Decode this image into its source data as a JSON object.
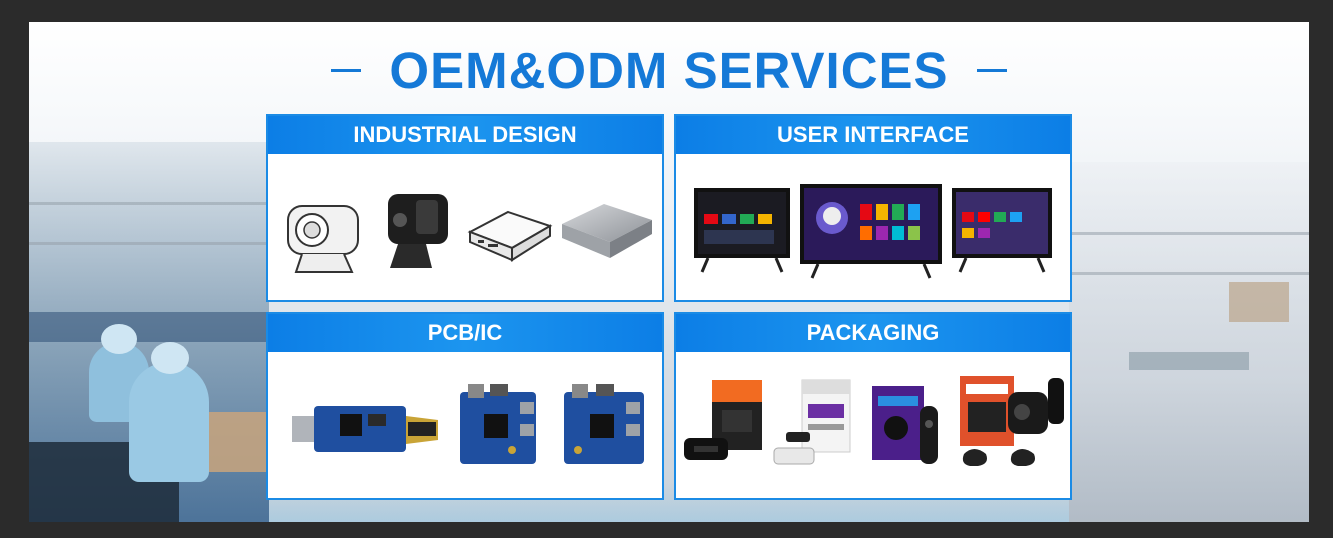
{
  "banner": {
    "title": "OEM&ODM SERVICES",
    "accent_color": "#1579d7"
  },
  "cards": [
    {
      "label": "INDUSTRIAL DESIGN",
      "images": [
        "projector-outline",
        "projector-black",
        "tv-box-white",
        "mini-pc-silver"
      ]
    },
    {
      "label": "USER INTERFACE",
      "images": [
        "smart-tv-android",
        "smart-tv-gaming",
        "smart-tv-apps"
      ]
    },
    {
      "label": "PCB/IC",
      "images": [
        "tv-stick-pcb",
        "board-pcb-1",
        "board-pcb-2"
      ]
    },
    {
      "label": "PACKAGING",
      "images": [
        "tv-box-package",
        "android-tv-box-package",
        "tv-stick-package",
        "projector-package"
      ]
    }
  ]
}
